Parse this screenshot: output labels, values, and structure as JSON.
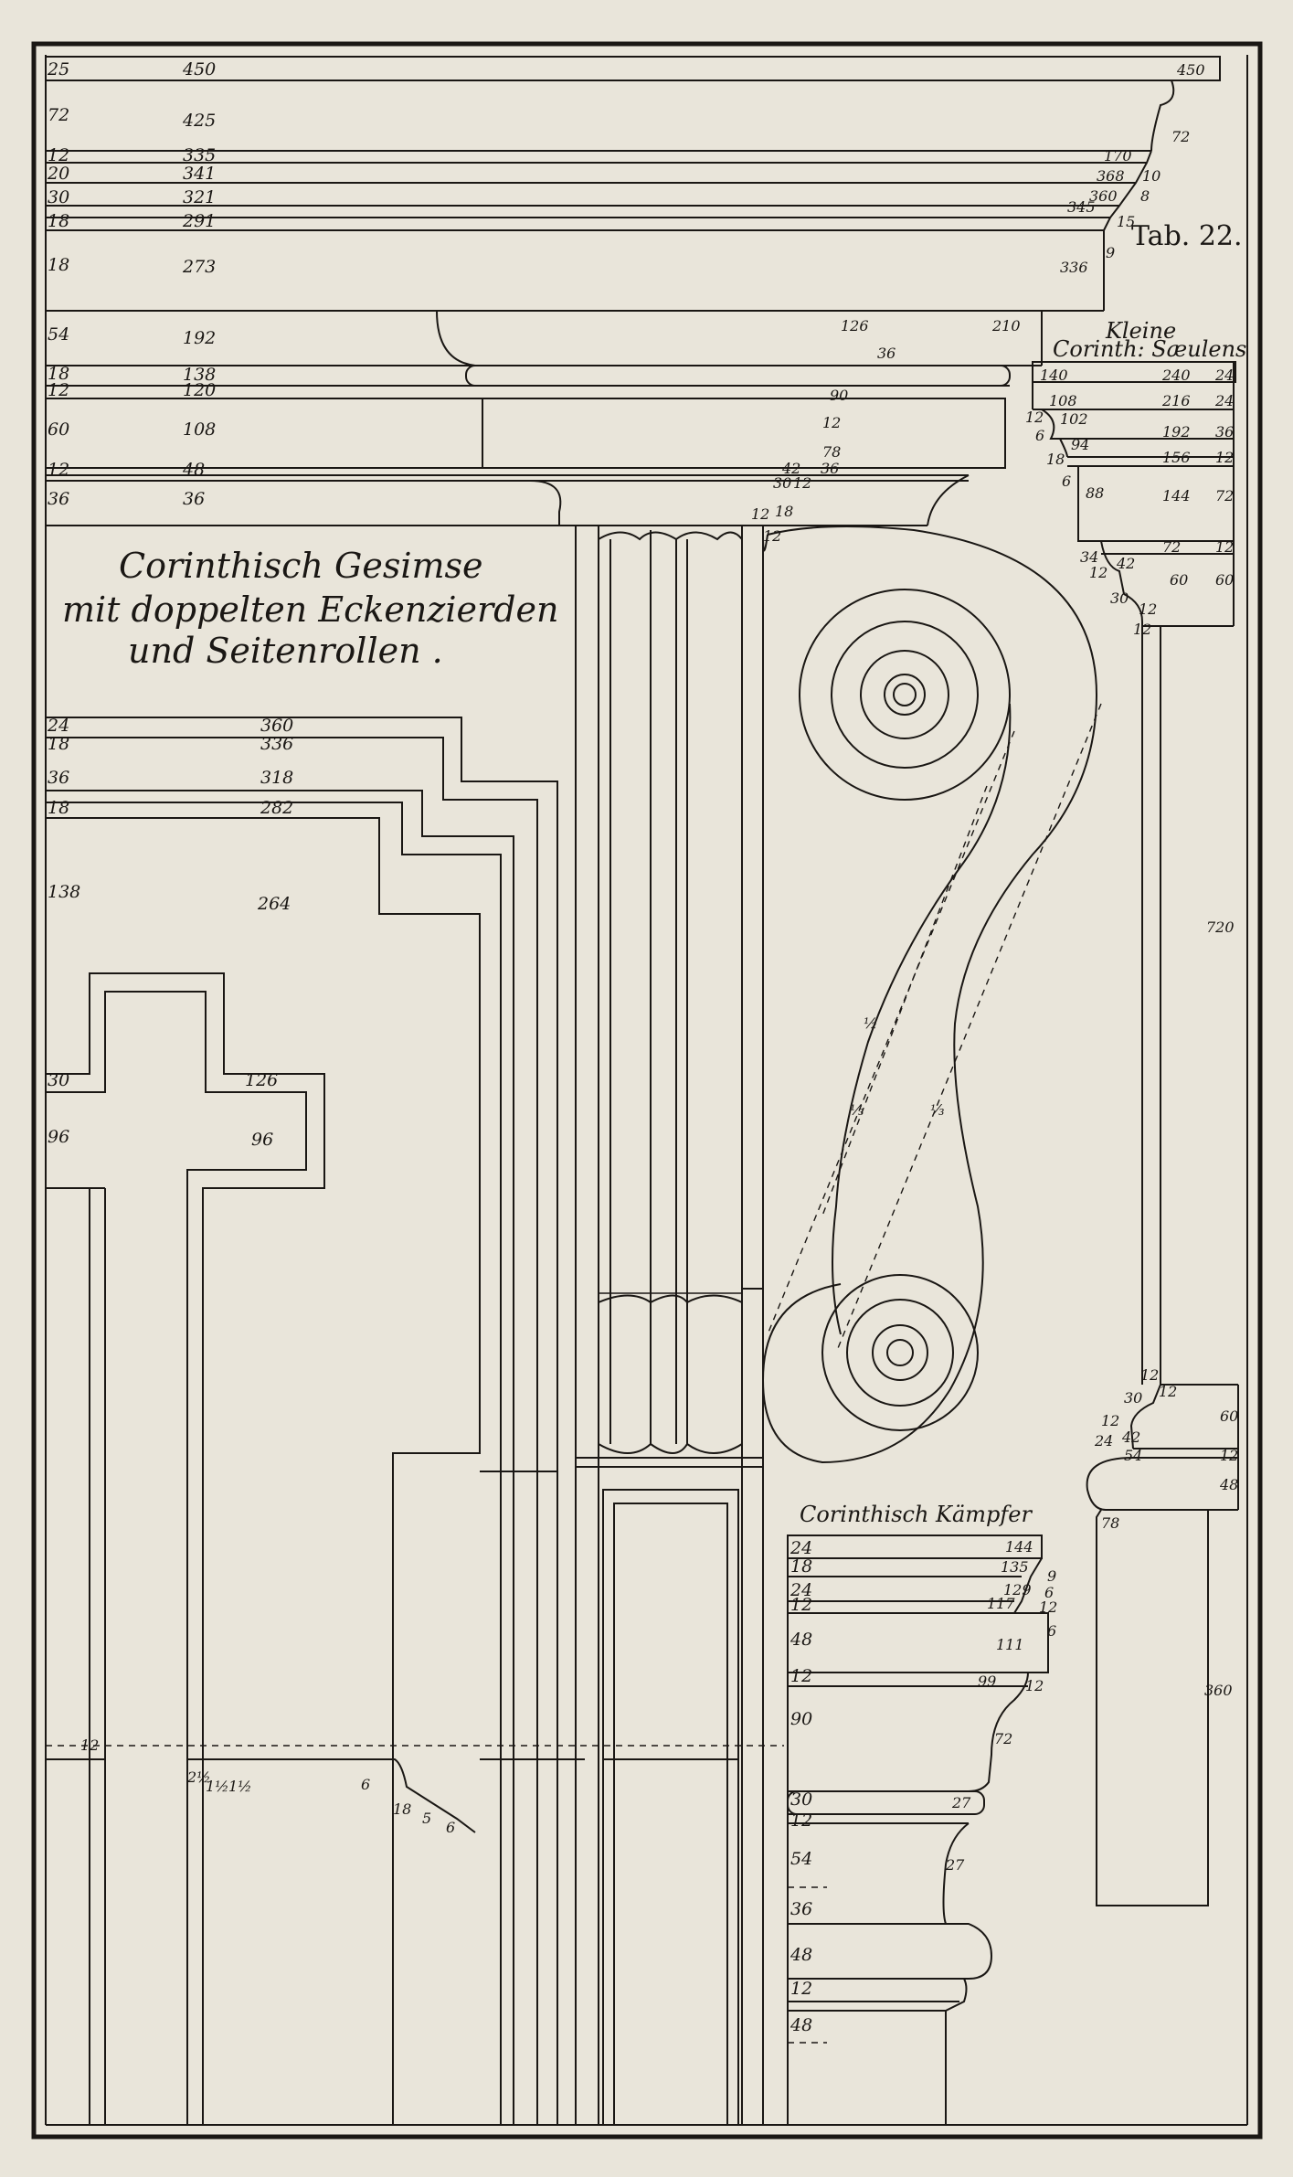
{
  "plate": {
    "tab": "Tab. 22.",
    "title_lines": [
      "Corinthisch Gesimse",
      "mit doppelten Eckenzierden",
      "und Seitenrollen ."
    ],
    "kleine_lines": [
      "Kleine",
      "Corinth: Sæulens"
    ],
    "kaempfer": "Corinthisch Kämpfer"
  },
  "cornice_left": [
    "25",
    "72",
    "12",
    "20",
    "30",
    "18",
    "18",
    "54",
    "18",
    "12",
    "60",
    "12",
    "36"
  ],
  "cornice_mid": [
    "450",
    "425",
    "335",
    "341",
    "321",
    "291",
    "273",
    "192",
    "138",
    "120",
    "108",
    "48",
    "36"
  ],
  "cornice_right": [
    "450",
    "72",
    "170",
    "368",
    "10",
    "360",
    "8",
    "345",
    "15",
    "9",
    "336",
    "126",
    "36",
    "210"
  ],
  "cornice_small": [
    "90",
    "12",
    "78",
    "42",
    "36",
    "30",
    "12",
    "18",
    "12",
    "12"
  ],
  "kleine_left": [
    "140",
    "108",
    "12",
    "6",
    "102",
    "94",
    "18",
    "6",
    "88",
    "34",
    "12",
    "42",
    "30",
    "12",
    "12"
  ],
  "kleine_mid": [
    "240",
    "216",
    "192",
    "156",
    "144",
    "72"
  ],
  "kleine_right": [
    "24",
    "24",
    "36",
    "12",
    "72",
    "12",
    "60",
    "60"
  ],
  "kleine_bottom": [
    "720",
    "12",
    "30",
    "12",
    "12",
    "24",
    "42",
    "54",
    "60",
    "12",
    "48",
    "78",
    "360"
  ],
  "frame_left": [
    "24",
    "18",
    "36",
    "18",
    "138",
    "30",
    "96"
  ],
  "frame_mid": [
    "360",
    "336",
    "318",
    "282",
    "264",
    "126",
    "96"
  ],
  "scroll_marks": [
    "½",
    "⅓",
    "⅓"
  ],
  "lower_marks": [
    "12",
    "2½",
    "1½",
    "1½",
    "6",
    "18",
    "5",
    "6"
  ],
  "kaempfer_left": [
    "24",
    "18",
    "24",
    "12",
    "48",
    "12",
    "90",
    "30",
    "12",
    "54",
    "36",
    "48",
    "12",
    "48"
  ],
  "kaempfer_right": [
    "144",
    "135",
    "9",
    "129",
    "6",
    "117",
    "12",
    "111",
    "6",
    "99",
    "12",
    "72",
    "27",
    "27"
  ]
}
